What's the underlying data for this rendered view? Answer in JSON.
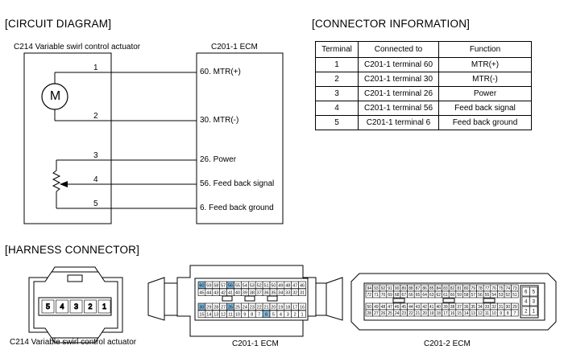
{
  "sections": {
    "circuit": "[CIRCUIT DIAGRAM]",
    "connector_info": "[CONNECTOR INFORMATION]",
    "harness": "[HARNESS CONNECTOR]"
  },
  "circuit": {
    "actuator_label": "C214 Variable swirl control actuator",
    "ecm_label": "C201-1 ECM",
    "motor_symbol": "M",
    "pins": [
      "1",
      "2",
      "3",
      "4",
      "5"
    ],
    "ecm_pins": [
      "60. MTR(+)",
      "30. MTR(-)",
      "26. Power",
      "56. Feed back signal",
      "6. Feed back ground"
    ]
  },
  "table": {
    "headers": [
      "Terminal",
      "Connected to",
      "Function"
    ],
    "rows": [
      [
        "1",
        "C201-1 terminal 60",
        "MTR(+)"
      ],
      [
        "2",
        "C201-1 terminal 30",
        "MTR(-)"
      ],
      [
        "3",
        "C201-1 terminal 26",
        "Power"
      ],
      [
        "4",
        "C201-1 terminal 56",
        "Feed back signal"
      ],
      [
        "5",
        "C201-1 terminal 6",
        "Feed back ground"
      ]
    ]
  },
  "harness": {
    "c214_pins": [
      "5",
      "4",
      "3",
      "2",
      "1"
    ],
    "c214_caption": "C214 Variable swirl control actuator",
    "c2011_caption": "C201-1 ECM",
    "c2012_caption": "C201-2 ECM",
    "c2011_rows": [
      [
        "60",
        "59",
        "58",
        "57",
        "56",
        "55",
        "54",
        "53",
        "52",
        "51",
        "50",
        "49",
        "48",
        "47",
        "46"
      ],
      [
        "45",
        "44",
        "43",
        "42",
        "41",
        "40",
        "39",
        "38",
        "37",
        "36",
        "35",
        "34",
        "33",
        "32",
        "31"
      ],
      [
        "30",
        "29",
        "28",
        "27",
        "26",
        "25",
        "24",
        "23",
        "22",
        "21",
        "20",
        "19",
        "18",
        "17",
        "16"
      ],
      [
        "15",
        "14",
        "13",
        "12",
        "11",
        "10",
        "9",
        "8",
        "7",
        "6",
        "5",
        "4",
        "3",
        "2",
        "1"
      ]
    ],
    "c2011_highlight": [
      "60",
      "56",
      "30",
      "26",
      "6"
    ],
    "c2012_rows": [
      [
        "94",
        "93",
        "92",
        "91",
        "90",
        "89",
        "88",
        "87",
        "86",
        "85",
        "84",
        "83",
        "82",
        "81",
        "80",
        "79",
        "78",
        "77",
        "76",
        "75",
        "74",
        "73"
      ],
      [
        "72",
        "71",
        "70",
        "69",
        "68",
        "67",
        "66",
        "65",
        "64",
        "63",
        "62",
        "61",
        "60",
        "59",
        "58",
        "57",
        "56",
        "55",
        "54",
        "53",
        "52",
        "51"
      ],
      [
        "50",
        "49",
        "48",
        "47",
        "46",
        "45",
        "44",
        "43",
        "42",
        "41",
        "40",
        "39",
        "38",
        "37",
        "36",
        "35",
        "34",
        "33",
        "32",
        "31",
        "30",
        "29"
      ],
      [
        "28",
        "27",
        "26",
        "25",
        "24",
        "23",
        "22",
        "21",
        "20",
        "19",
        "18",
        "17",
        "16",
        "15",
        "14",
        "13",
        "12",
        "11",
        "10",
        "9",
        "8",
        "7"
      ]
    ],
    "c2012_side": [
      "6",
      "5",
      "4",
      "3",
      "2",
      "1"
    ]
  },
  "colors": {
    "highlight": "#7fb5d6",
    "line": "#000000"
  }
}
